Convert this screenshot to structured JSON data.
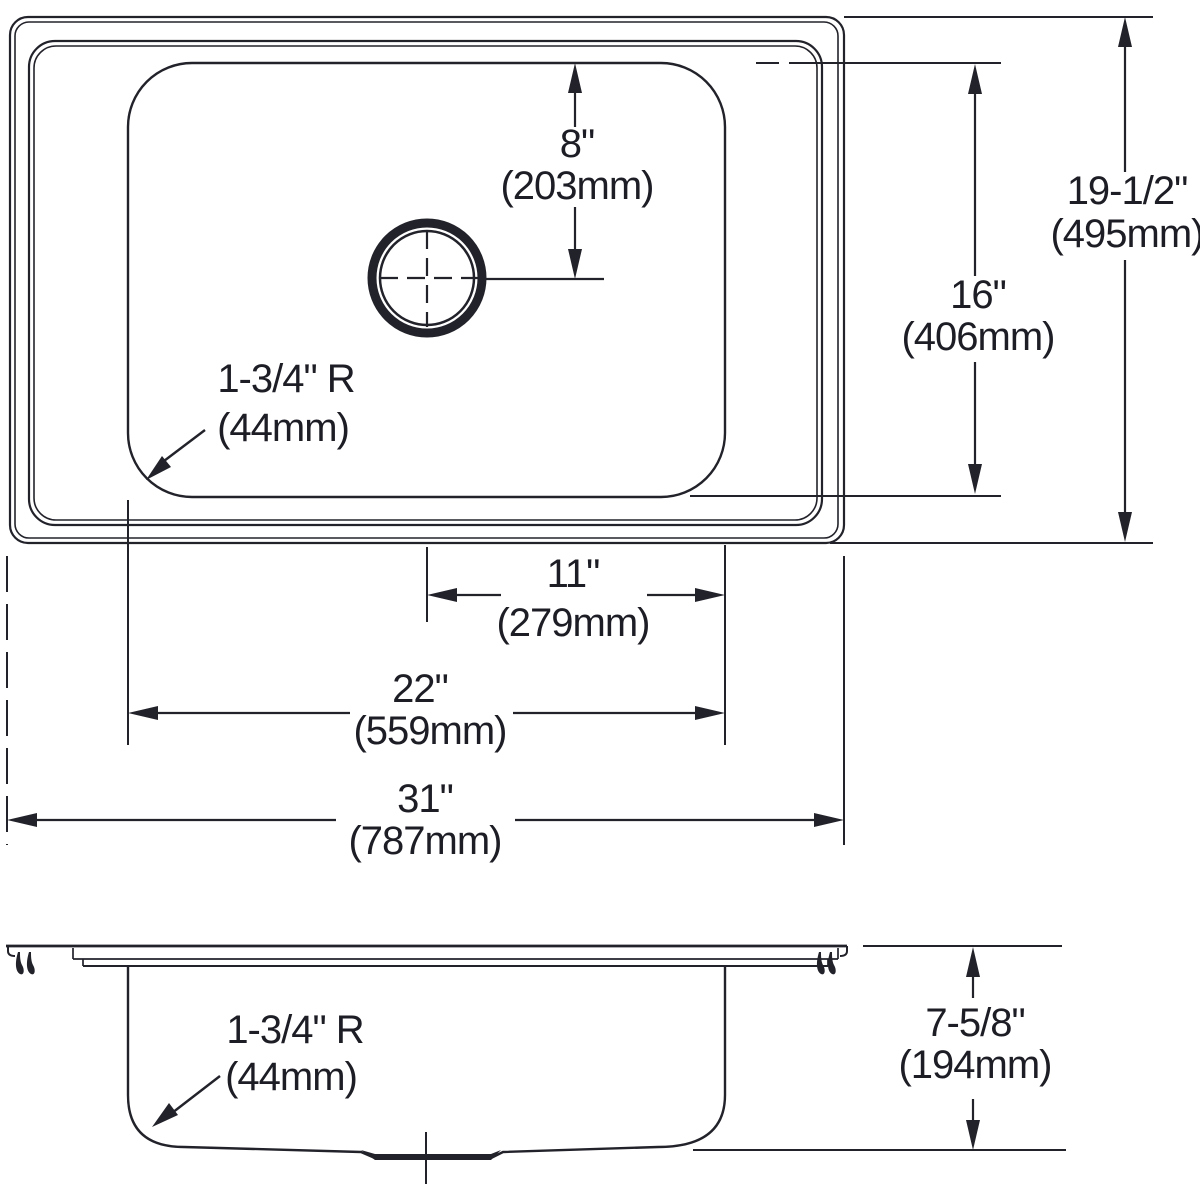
{
  "drawing": {
    "background": "#ffffff",
    "line_color": "#22222b",
    "top_view": {
      "dim_drain_setback": {
        "in": "8\"",
        "mm": "(203mm)"
      },
      "dim_bowl_front_back": {
        "in": "16\"",
        "mm": "(406mm)"
      },
      "dim_overall_depth": {
        "in": "19-1/2\"",
        "mm": "(495mm)"
      },
      "dim_drain_offset": {
        "in": "11\"",
        "mm": "(279mm)"
      },
      "dim_bowl_width": {
        "in": "22\"",
        "mm": "(559mm)"
      },
      "dim_overall_width": {
        "in": "31\"",
        "mm": "(787mm)"
      },
      "corner_radius": {
        "label": "1-3/4\" R",
        "mm": "(44mm)"
      }
    },
    "side_view": {
      "dim_bowl_height": {
        "in": "7-5/8\"",
        "mm": "(194mm)"
      },
      "corner_radius": {
        "label": "1-3/4\" R",
        "mm": "(44mm)"
      }
    }
  }
}
